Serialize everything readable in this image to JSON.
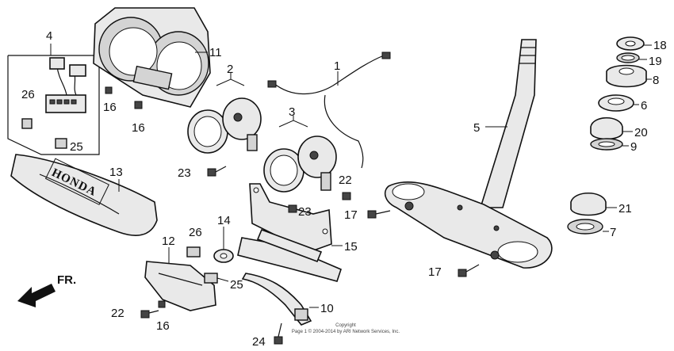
{
  "brand": "HONDA",
  "front_label": "FR.",
  "copyright": "Copyright",
  "copyright_line": "Page 1 © 2004-2014 by ARI Network Services, Inc.",
  "callouts": [
    "1",
    "2",
    "3",
    "4",
    "5",
    "6",
    "7",
    "8",
    "9",
    "10",
    "11",
    "12",
    "13",
    "14",
    "15",
    "16",
    "16",
    "16",
    "17",
    "17",
    "18",
    "19",
    "20",
    "21",
    "22",
    "22",
    "23",
    "23",
    "24",
    "25",
    "25",
    "26",
    "26"
  ]
}
